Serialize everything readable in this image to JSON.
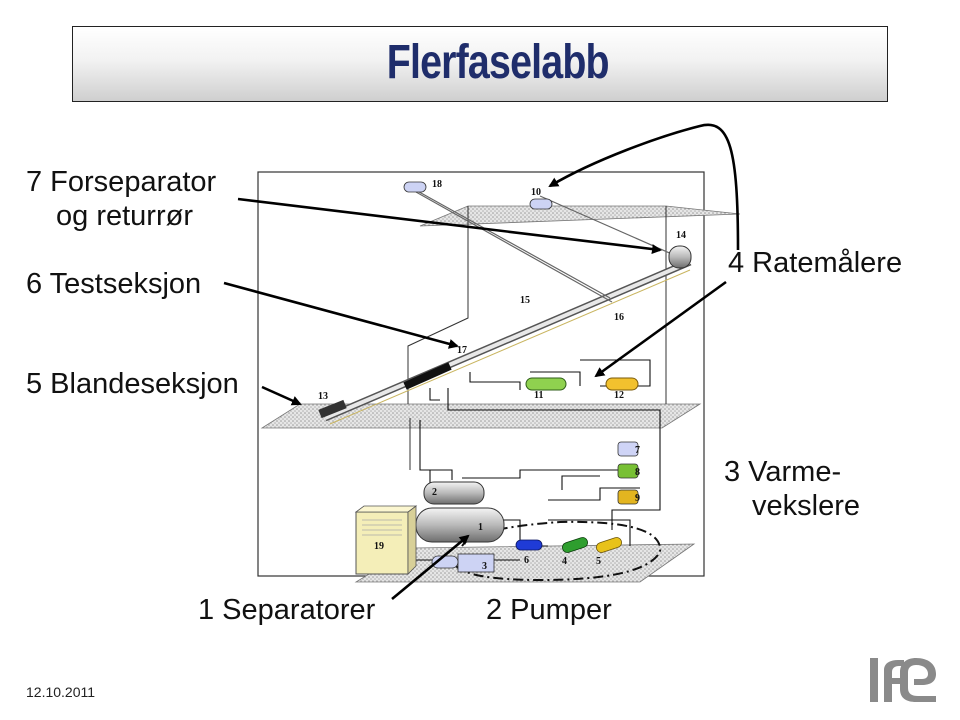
{
  "title": "Flerfaselabb",
  "labels": {
    "forseparator_line1": "7 Forseparator",
    "forseparator_line2": "og returrør",
    "testseksjon": "6 Testseksjon",
    "ratemalere": "4 Ratemålere",
    "blandeseksjon": "5 Blandeseksjon",
    "varmevekslere_line1": "3 Varme-",
    "varmevekslere_line2": "vekslere",
    "separatorer": "1 Separatorer",
    "pumper": "2 Pumper"
  },
  "component_numbers": [
    "1",
    "2",
    "3",
    "4",
    "5",
    "6",
    "7",
    "8",
    "9",
    "10",
    "11",
    "12",
    "13",
    "14",
    "15",
    "16",
    "17",
    "18",
    "19"
  ],
  "date": "12.10.2011",
  "logo": "ife",
  "colors": {
    "title": "#1f2d6b",
    "logo": "#8a8a8a",
    "flow_meter_green": "#8fd14f",
    "flow_meter_yellow": "#f2c12e",
    "pump_blue": "#1f3bd6",
    "pump_green": "#2e9e2e",
    "pump_yellow": "#e8c21a"
  }
}
